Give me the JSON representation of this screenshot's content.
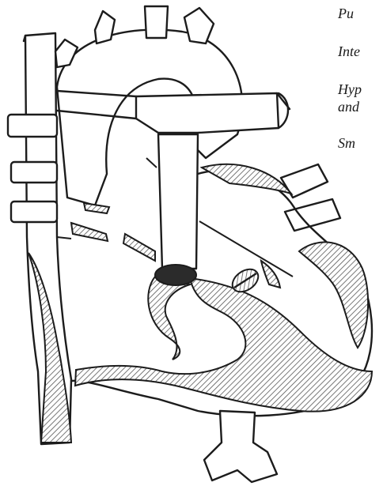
{
  "labels": {
    "pulmonary": "Pu",
    "interatrial": "Inte",
    "hypoplastic_line1": "Hyp",
    "hypoplastic_line2": "and",
    "small": "Sm"
  },
  "colors": {
    "outline": "#1c1c1c",
    "hatch": "#555555",
    "dark_fill": "#2b2b2b",
    "background": "#ffffff"
  }
}
